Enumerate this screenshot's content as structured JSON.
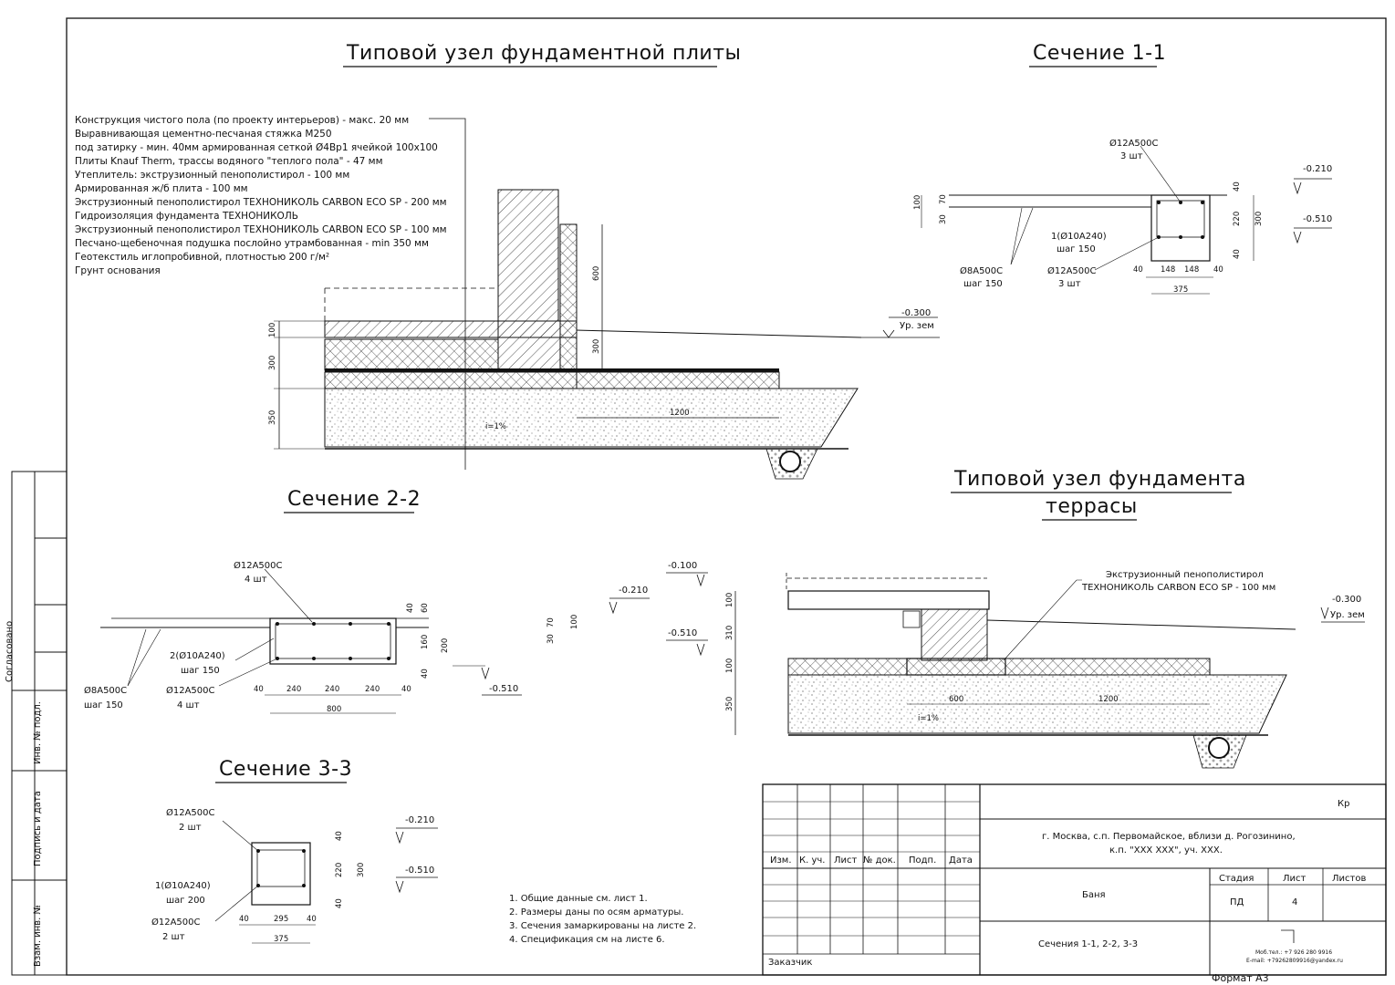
{
  "titles": {
    "slab_node": "Типовой узел фундаментной плиты",
    "sec11": "Сечение 1-1",
    "sec22": "Сечение 2-2",
    "sec33": "Сечение 3-3",
    "terrace_line1": "Типовой узел фундамента",
    "terrace_line2": "террасы"
  },
  "layers": [
    "Конструкция чистого пола (по проекту интерьеров) - макс. 20 мм",
    "Выравнивающая цементно-песчаная стяжка М250",
    "под затирку - мин. 40мм армированная сеткой Ø4Вр1 ячейкой 100х100",
    "Плиты Knauf Therm, трассы водяного \"теплого пола\" - 47 мм",
    "Утеплитель: экструзионный пенополистирол - 100 мм",
    "Армированная ж/б плита - 100 мм",
    "Экструзионный пенополистирол ТЕХНОНИКОЛЬ CARBON ECO SP - 200 мм",
    "Гидроизоляция фундамента ТЕХНОНИКОЛЬ",
    "Экструзионный пенополистирол ТЕХНОНИКОЛЬ CARBON ECO SP - 100 мм",
    "Песчано-щебеночная подушка послойно утрамбованная - min 350 мм",
    "Геотекстиль иглопробивной, плотностью 200 г/м²",
    "Грунт основания"
  ],
  "slab": {
    "dims": [
      "100",
      "300",
      "350",
      "600",
      "300",
      "1200"
    ],
    "level": "-0.300",
    "ground": "Ур. зем",
    "slope": "i=1%"
  },
  "sec11": {
    "top_bar": "Ø12А500С",
    "top_bar_qty": "3 шт",
    "stirrup": "1(Ø10А240)",
    "stirrup_step": "шаг 150",
    "mesh": "Ø8А500С",
    "mesh_step": "шаг 150",
    "bottom_bar": "Ø12А500С",
    "bottom_bar_qty": "3 шт",
    "lvl_top": "-0.210",
    "lvl_bot": "-0.510",
    "d100": "100",
    "d70": "70",
    "d30": "30",
    "d40a": "40",
    "d220": "220",
    "d300": "300",
    "d40b": "40",
    "b40a": "40",
    "b148a": "148",
    "b148b": "148",
    "b40b": "40",
    "b375": "375"
  },
  "sec22": {
    "top_bar": "Ø12А500С",
    "top_bar_qty": "4 шт",
    "stirrup": "2(Ø10А240)",
    "stirrup_step": "шаг 150",
    "mesh": "Ø8А500С",
    "mesh_step": "шаг 150",
    "bottom_bar": "Ø12А500С",
    "bottom_bar_qty": "4 шт",
    "lvl_top": "-0.210",
    "lvl_bot": "-0.510",
    "d40": "40",
    "d60": "60",
    "d70": "70",
    "d100": "100",
    "d30": "30",
    "d160": "160",
    "d200": "200",
    "d40b": "40",
    "b40a": "40",
    "b240a": "240",
    "b240b": "240",
    "b240c": "240",
    "b40b": "40",
    "b800": "800"
  },
  "sec33": {
    "top_bar": "Ø12А500С",
    "top_bar_qty": "2 шт",
    "stirrup": "1(Ø10А240)",
    "stirrup_step": "шаг 200",
    "bottom_bar": "Ø12А500С",
    "bottom_bar_qty": "2 шт",
    "lvl_top": "-0.210",
    "lvl_bot": "-0.510",
    "d40a": "40",
    "d220": "220",
    "d300": "300",
    "d40b": "40",
    "b40a": "40",
    "b295": "295",
    "b40b": "40",
    "b375": "375"
  },
  "terrace": {
    "insul_line1": "Экструзионный пенополистирол",
    "insul_line2": "ТЕХНОНИКОЛЬ CARBON ECO SP - 100 мм",
    "lvl_top": "-0.100",
    "lvl_mid": "-0.510",
    "lvl_ground": "-0.300",
    "ground": "Ур. зем",
    "d100a": "100",
    "d310": "310",
    "d100b": "100",
    "d350": "350",
    "d600": "600",
    "d1200": "1200",
    "slope": "i=1%"
  },
  "notes": [
    "1. Общие данные см. лист 1.",
    "2. Размеры даны по осям арматуры.",
    "3. Сечения замаркированы на листе 2.",
    "4. Спецификация см на листе 6."
  ],
  "titleblock": {
    "code": "Кр",
    "address1": "г. Москва, с.п. Первомайское, вблизи д. Рогозинино,",
    "address2": "к.п. \"XXX XXX\", уч. XXX.",
    "cols": [
      "Изм.",
      "К. уч.",
      "Лист",
      "№ док.",
      "Подп.",
      "Дата"
    ],
    "object": "Баня",
    "stage_h": "Стадия",
    "sheet_h": "Лист",
    "sheets_h": "Листов",
    "stage": "ПД",
    "sheet": "4",
    "sheet_name": "Сечения 1-1, 2-2, 3-3",
    "customer": "Заказчик",
    "contact1": "Моб.тел.: +7 926 280 9916",
    "contact2": "E-mail: +79262809916@yandex.ru",
    "format": "Формат А3"
  },
  "sidebar": {
    "agreed": "Согласовано",
    "inv_orig": "Инв. № подл.",
    "sign_date": "Подпись и дата",
    "replace_inv": "Взам. инв. №"
  }
}
